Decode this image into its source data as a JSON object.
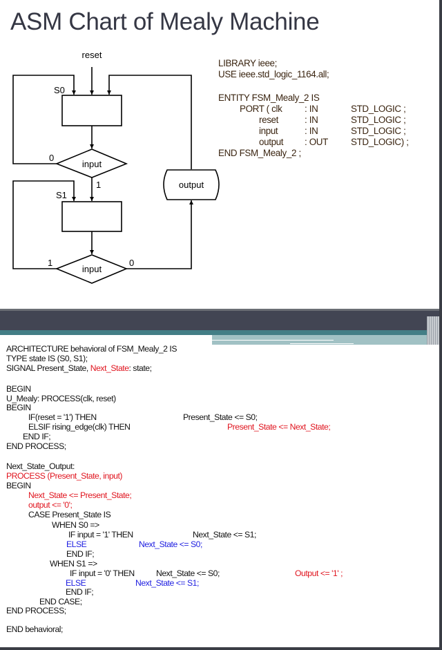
{
  "slide1": {
    "title": "ASM Chart of Mealy Machine",
    "diagram": {
      "reset_label": "reset",
      "state0_label": "S0",
      "state1_label": "S1",
      "decision1_label": "input",
      "decision1_false": "0",
      "decision1_true": "1",
      "decision2_label": "input",
      "decision2_true": "1",
      "decision2_false": "0",
      "conditional_output_label": "output"
    },
    "code": {
      "line1": "LIBRARY ieee;",
      "line2": "USE ieee.std_logic_1164.all;",
      "line3": "ENTITY FSM_Mealy_2 IS",
      "ports": [
        {
          "name": "PORT ( clk",
          "mode": ": IN",
          "type": "STD_LOGIC ;"
        },
        {
          "name": "reset",
          "mode": ": IN",
          "type": "STD_LOGIC ;"
        },
        {
          "name": "input",
          "mode": ": IN",
          "type": "STD_LOGIC ;"
        },
        {
          "name": "output",
          "mode": ": OUT",
          "type": "STD_LOGIC) ;"
        }
      ],
      "line_end": "END FSM_Mealy_2 ;"
    }
  },
  "colors": {
    "black": "#111111",
    "red": "#e0141e",
    "blue": "#1c1ce0",
    "title": "#353744",
    "band_dark": "#424553",
    "band_teal": "#437e86"
  },
  "slide2": {
    "lines": [
      [
        {
          "text": "ARCHITECTURE behavioral of FSM_Mealy_2 IS",
          "color": "black"
        }
      ],
      [
        {
          "text": "TYPE state IS (S0, S1);",
          "color": "black"
        }
      ],
      [
        {
          "text": "SIGNAL Present_State, ",
          "color": "black"
        },
        {
          "text": "Next_State",
          "color": "red"
        },
        {
          "text": ": state;",
          "color": "black"
        }
      ],
      [
        {
          "text": "BEGIN",
          "color": "black"
        }
      ],
      [
        {
          "text": "U_Mealy: PROCESS(clk, reset)",
          "color": "black"
        }
      ],
      [
        {
          "text": "BEGIN",
          "color": "black"
        }
      ],
      [
        {
          "text": "IF(reset = '1') THEN",
          "color": "black"
        },
        {
          "text": "Present_State <= S0;",
          "color": "black"
        }
      ],
      [
        {
          "text": "ELSIF rising_edge(clk) THEN",
          "color": "black"
        },
        {
          "text": "Present_State <= Next_State;",
          "color": "red"
        }
      ],
      [
        {
          "text": "END IF;",
          "color": "black"
        }
      ],
      [
        {
          "text": "END PROCESS;",
          "color": "black"
        }
      ],
      [
        {
          "text": "Next_State_Output:",
          "color": "black"
        }
      ],
      [
        {
          "text": "PROCESS (Present_State, input)",
          "color": "red"
        }
      ],
      [
        {
          "text": "BEGIN",
          "color": "black"
        }
      ],
      [
        {
          "text": "Next_State <= Present_State;",
          "color": "red"
        }
      ],
      [
        {
          "text": "output <= '0';",
          "color": "red"
        }
      ],
      [
        {
          "text": "CASE Present_State IS",
          "color": "black"
        }
      ],
      [
        {
          "text": "WHEN S0 =>",
          "color": "black"
        }
      ],
      [
        {
          "text": "IF input = '1' THEN",
          "color": "black"
        },
        {
          "text": "Next_State <= S1;",
          "color": "black"
        }
      ],
      [
        {
          "text": "ELSE",
          "color": "blue"
        },
        {
          "text": "Next_State <= S0;",
          "color": "blue"
        }
      ],
      [
        {
          "text": "END IF;",
          "color": "black"
        }
      ],
      [
        {
          "text": "WHEN S1 =>",
          "color": "black"
        }
      ],
      [
        {
          "text": "IF input = '0' THEN",
          "color": "black"
        },
        {
          "text": "Next_State <= S0;",
          "color": "black"
        },
        {
          "text": "Output <= '1' ;",
          "color": "red"
        }
      ],
      [
        {
          "text": "ELSE",
          "color": "blue"
        },
        {
          "text": "Next_State <= S1;",
          "color": "blue"
        }
      ],
      [
        {
          "text": "END IF;",
          "color": "black"
        }
      ],
      [
        {
          "text": "END CASE;",
          "color": "black"
        }
      ],
      [
        {
          "text": "END PROCESS;",
          "color": "black"
        }
      ],
      [
        {
          "text": "END behavioral;",
          "color": "black"
        }
      ]
    ]
  }
}
